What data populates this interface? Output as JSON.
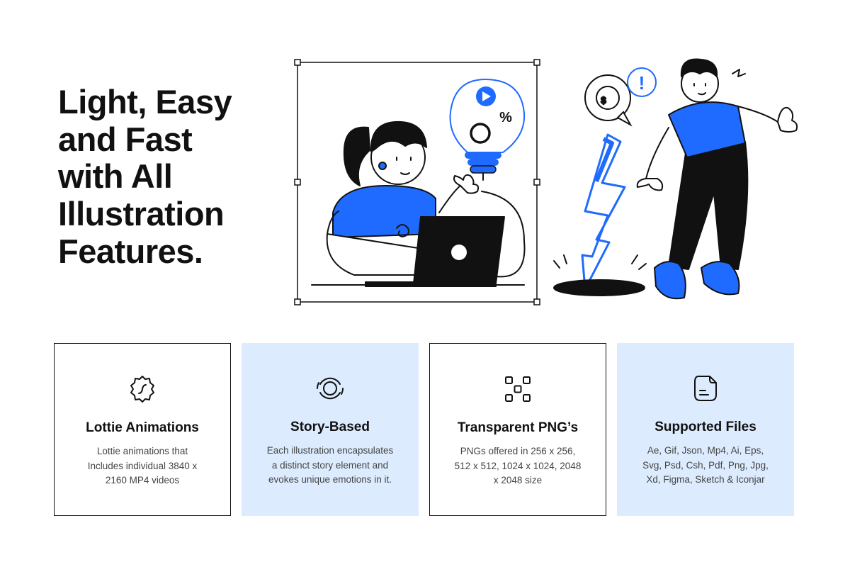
{
  "headline": {
    "lines": [
      "Light, Easy",
      "and Fast",
      "with All",
      "Illustration",
      "Features."
    ]
  },
  "illustration": {
    "accent": "#1f6bff",
    "percent_sign": "%",
    "exclamation": "!",
    "dollar_sign": "$"
  },
  "features": [
    {
      "icon": "lottie-badge-icon",
      "title": "Lottie Animations",
      "lines": [
        "Lottie animations that",
        "Includes individual 3840 x",
        "2160 MP4 videos"
      ]
    },
    {
      "icon": "story-circle-icon",
      "title": "Story-Based",
      "lines": [
        "Each illustration encapsulates",
        "a distinct story element and",
        "evokes unique emotions in it."
      ]
    },
    {
      "icon": "transparent-grid-icon",
      "title": "Transparent PNG’s",
      "lines": [
        "PNGs offered in 256 x 256,",
        "512 x 512, 1024 x 1024, 2048",
        "x 2048 size"
      ]
    },
    {
      "icon": "file-icon",
      "title": "Supported Files",
      "lines": [
        "Ae, Gif, Json, Mp4, Ai, Eps,",
        "Svg, Psd, Csh, Pdf, Png, Jpg,",
        "Xd, Figma, Sketch & Iconjar"
      ]
    }
  ],
  "colors": {
    "card_fill": "#dcebfd",
    "text": "#111111",
    "body_text": "#444444",
    "accent": "#1f6bff"
  }
}
